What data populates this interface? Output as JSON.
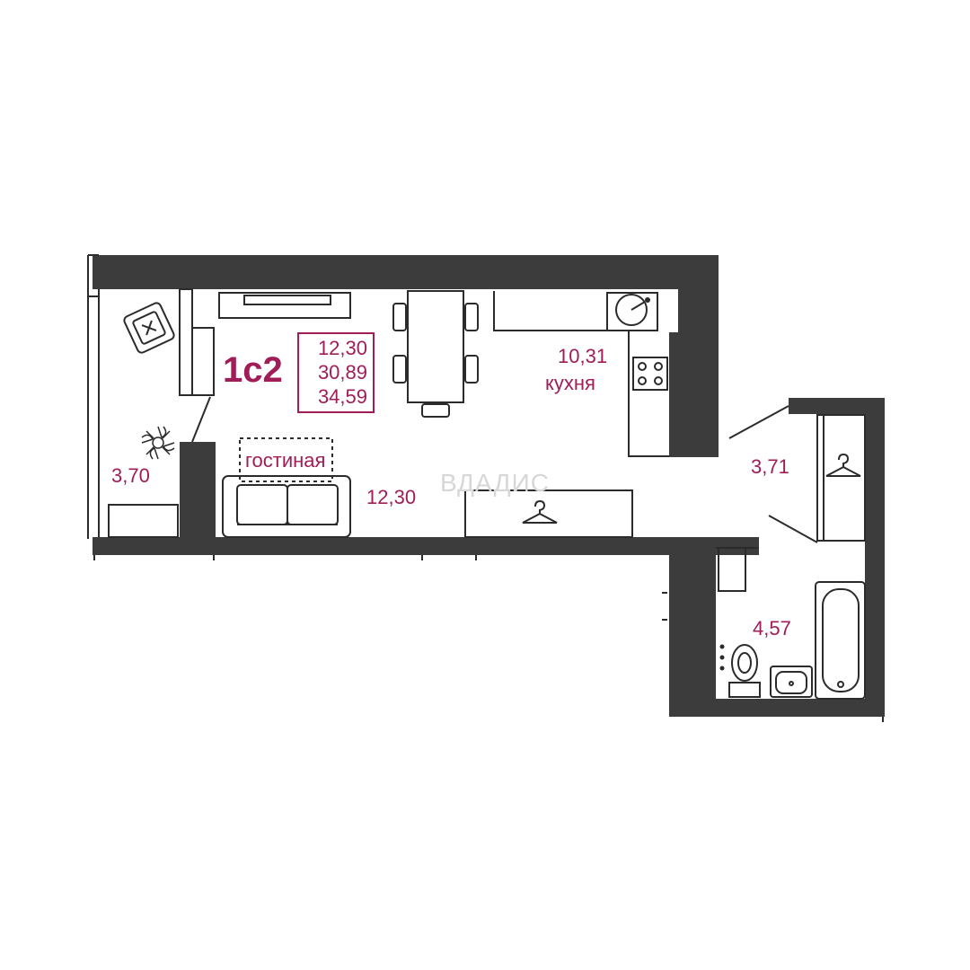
{
  "plan": {
    "apartment_code": "1с2",
    "areas_box": {
      "living": "12,30",
      "total_without_balcony": "30,89",
      "total": "34,59"
    },
    "rooms": {
      "balcony": {
        "area": "3,70"
      },
      "living_room": {
        "name": "гостиная",
        "area": "12,30"
      },
      "kitchen": {
        "name": "кухня",
        "area": "10,31"
      },
      "hall": {
        "area": "3,71"
      },
      "bathroom": {
        "area": "4,57"
      }
    },
    "watermark": "ВДАДИС"
  },
  "colors": {
    "wall": "#3c3c3c",
    "accent": "#a01d58",
    "line": "#2b2b2b"
  }
}
